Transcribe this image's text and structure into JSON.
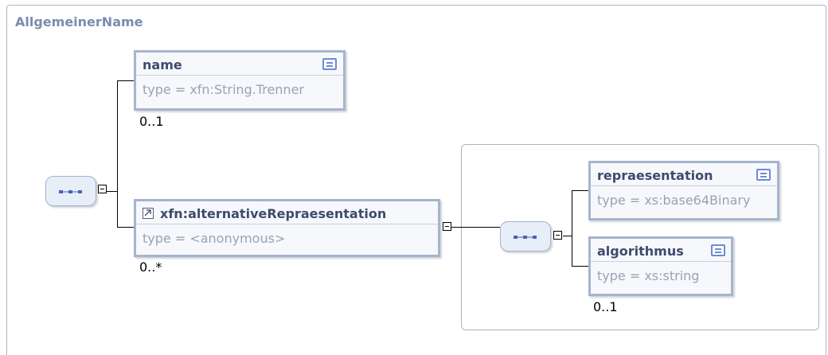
{
  "diagram": {
    "title": "AllgemeinerName",
    "elements": {
      "name": {
        "name": "name",
        "type": "type = xfn:String.Trenner",
        "cardinality": "0..1",
        "icon": "documentation-icon"
      },
      "alternative": {
        "name": "xfn:alternativeRepraesentation",
        "type": "type = <anonymous>",
        "cardinality": "0..*",
        "icon": "reference-arrow-icon"
      },
      "repraesentation": {
        "name": "repraesentation",
        "type": "type = xs:base64Binary",
        "icon": "documentation-icon"
      },
      "algorithmus": {
        "name": "algorithmus",
        "type": "type = xs:string",
        "cardinality": "0..1",
        "icon": "documentation-icon"
      }
    },
    "compositors": [
      "sequence-icon",
      "sequence-icon"
    ],
    "colors": {
      "element_border": "#a6b5cd",
      "element_fill": "#f6f8fb",
      "name_text": "#3f4b6e",
      "type_text": "#9aa3b2",
      "title_text": "#7b8cae",
      "icon_blue": "#6e8ad8"
    }
  }
}
